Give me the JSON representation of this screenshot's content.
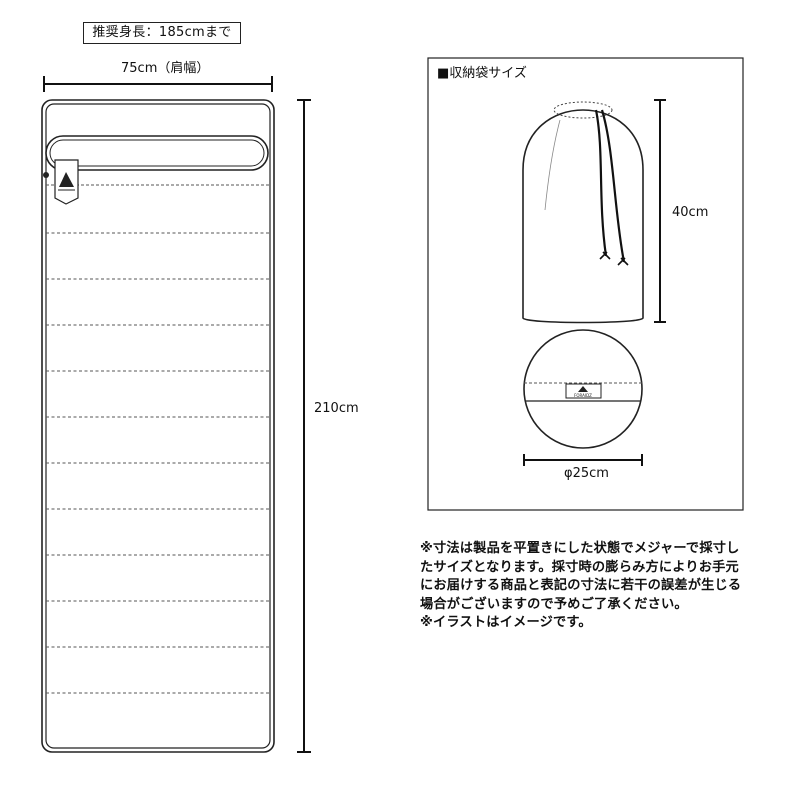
{
  "recommended_height": "推奨身長：185cmまで",
  "sleeping_bag": {
    "width_label": "75cm（肩幅）",
    "length_label": "210cm"
  },
  "storage_bag": {
    "title": "■収納袋サイズ",
    "height_label": "40cm",
    "diameter_label": "φ25cm",
    "logo_text": "FORAIDZ"
  },
  "notes": [
    "※寸法は製品を平置きにした状態でメジャーで採寸したサイズとなります。採寸時の膨らみ方によりお手元にお届けする商品と表記の寸法に若干の誤差が生じる場合がございますので予めご了承ください。",
    "※イラストはイメージです。"
  ]
}
